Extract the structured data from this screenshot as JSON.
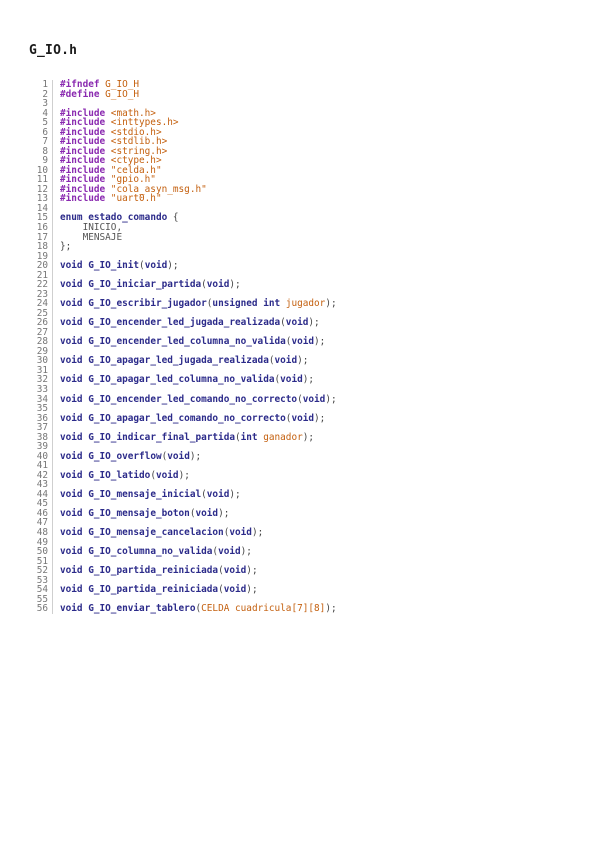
{
  "file_title": "G_IO.h",
  "lines": [
    [
      [
        "pp",
        "#ifndef"
      ],
      [
        "str",
        " G_IO_H"
      ]
    ],
    [
      [
        "pp",
        "#define"
      ],
      [
        "str",
        " G_IO_H"
      ]
    ],
    [],
    [
      [
        "pp",
        "#include"
      ],
      [
        "str",
        " <math.h>"
      ]
    ],
    [
      [
        "pp",
        "#include"
      ],
      [
        "str",
        " <inttypes.h>"
      ]
    ],
    [
      [
        "pp",
        "#include"
      ],
      [
        "str",
        " <stdio.h>"
      ]
    ],
    [
      [
        "pp",
        "#include"
      ],
      [
        "str",
        " <stdlib.h>"
      ]
    ],
    [
      [
        "pp",
        "#include"
      ],
      [
        "str",
        " <string.h>"
      ]
    ],
    [
      [
        "pp",
        "#include"
      ],
      [
        "str",
        " <ctype.h>"
      ]
    ],
    [
      [
        "pp",
        "#include"
      ],
      [
        "str",
        " \"celda.h\""
      ]
    ],
    [
      [
        "pp",
        "#include"
      ],
      [
        "str",
        " \"gpio.h\""
      ]
    ],
    [
      [
        "pp",
        "#include"
      ],
      [
        "str",
        " \"cola_asyn_msg.h\""
      ]
    ],
    [
      [
        "pp",
        "#include"
      ],
      [
        "str",
        " \"uart0.h\""
      ]
    ],
    [],
    [
      [
        "kw",
        "enum"
      ],
      [
        "pn",
        " "
      ],
      [
        "fn",
        "estado_comando"
      ],
      [
        "pn",
        " {"
      ]
    ],
    [
      [
        "id",
        "    INICIO,"
      ]
    ],
    [
      [
        "id",
        "    MENSAJE"
      ]
    ],
    [
      [
        "pn",
        "};"
      ]
    ],
    [],
    [
      [
        "kw",
        "void"
      ],
      [
        "pn",
        " "
      ],
      [
        "fn",
        "G_IO_init"
      ],
      [
        "pn",
        "("
      ],
      [
        "kw",
        "void"
      ],
      [
        "pn",
        ");"
      ]
    ],
    [],
    [
      [
        "kw",
        "void"
      ],
      [
        "pn",
        " "
      ],
      [
        "fn",
        "G_IO_iniciar_partida"
      ],
      [
        "pn",
        "("
      ],
      [
        "kw",
        "void"
      ],
      [
        "pn",
        ");"
      ]
    ],
    [],
    [
      [
        "kw",
        "void"
      ],
      [
        "pn",
        " "
      ],
      [
        "fn",
        "G_IO_escribir_jugador"
      ],
      [
        "pn",
        "("
      ],
      [
        "kw",
        "unsigned int"
      ],
      [
        "pn",
        " "
      ],
      [
        "var",
        "jugador"
      ],
      [
        "pn",
        ");"
      ]
    ],
    [],
    [
      [
        "kw",
        "void"
      ],
      [
        "pn",
        " "
      ],
      [
        "fn",
        "G_IO_encender_led_jugada_realizada"
      ],
      [
        "pn",
        "("
      ],
      [
        "kw",
        "void"
      ],
      [
        "pn",
        ");"
      ]
    ],
    [],
    [
      [
        "kw",
        "void"
      ],
      [
        "pn",
        " "
      ],
      [
        "fn",
        "G_IO_encender_led_columna_no_valida"
      ],
      [
        "pn",
        "("
      ],
      [
        "kw",
        "void"
      ],
      [
        "pn",
        ");"
      ]
    ],
    [],
    [
      [
        "kw",
        "void"
      ],
      [
        "pn",
        " "
      ],
      [
        "fn",
        "G_IO_apagar_led_jugada_realizada"
      ],
      [
        "pn",
        "("
      ],
      [
        "kw",
        "void"
      ],
      [
        "pn",
        ");"
      ]
    ],
    [],
    [
      [
        "kw",
        "void"
      ],
      [
        "pn",
        " "
      ],
      [
        "fn",
        "G_IO_apagar_led_columna_no_valida"
      ],
      [
        "pn",
        "("
      ],
      [
        "kw",
        "void"
      ],
      [
        "pn",
        ");"
      ]
    ],
    [],
    [
      [
        "kw",
        "void"
      ],
      [
        "pn",
        " "
      ],
      [
        "fn",
        "G_IO_encender_led_comando_no_correcto"
      ],
      [
        "pn",
        "("
      ],
      [
        "kw",
        "void"
      ],
      [
        "pn",
        ");"
      ]
    ],
    [],
    [
      [
        "kw",
        "void"
      ],
      [
        "pn",
        " "
      ],
      [
        "fn",
        "G_IO_apagar_led_comando_no_correcto"
      ],
      [
        "pn",
        "("
      ],
      [
        "kw",
        "void"
      ],
      [
        "pn",
        ");"
      ]
    ],
    [],
    [
      [
        "kw",
        "void"
      ],
      [
        "pn",
        " "
      ],
      [
        "fn",
        "G_IO_indicar_final_partida"
      ],
      [
        "pn",
        "("
      ],
      [
        "kw",
        "int"
      ],
      [
        "pn",
        " "
      ],
      [
        "var",
        "ganador"
      ],
      [
        "pn",
        ");"
      ]
    ],
    [],
    [
      [
        "kw",
        "void"
      ],
      [
        "pn",
        " "
      ],
      [
        "fn",
        "G_IO_overflow"
      ],
      [
        "pn",
        "("
      ],
      [
        "kw",
        "void"
      ],
      [
        "pn",
        ");"
      ]
    ],
    [],
    [
      [
        "kw",
        "void"
      ],
      [
        "pn",
        " "
      ],
      [
        "fn",
        "G_IO_latido"
      ],
      [
        "pn",
        "("
      ],
      [
        "kw",
        "void"
      ],
      [
        "pn",
        ");"
      ]
    ],
    [],
    [
      [
        "kw",
        "void"
      ],
      [
        "pn",
        " "
      ],
      [
        "fn",
        "G_IO_mensaje_inicial"
      ],
      [
        "pn",
        "("
      ],
      [
        "kw",
        "void"
      ],
      [
        "pn",
        ");"
      ]
    ],
    [],
    [
      [
        "kw",
        "void"
      ],
      [
        "pn",
        " "
      ],
      [
        "fn",
        "G_IO_mensaje_boton"
      ],
      [
        "pn",
        "("
      ],
      [
        "kw",
        "void"
      ],
      [
        "pn",
        ");"
      ]
    ],
    [],
    [
      [
        "kw",
        "void"
      ],
      [
        "pn",
        " "
      ],
      [
        "fn",
        "G_IO_mensaje_cancelacion"
      ],
      [
        "pn",
        "("
      ],
      [
        "kw",
        "void"
      ],
      [
        "pn",
        ");"
      ]
    ],
    [],
    [
      [
        "kw",
        "void"
      ],
      [
        "pn",
        " "
      ],
      [
        "fn",
        "G_IO_columna_no_valida"
      ],
      [
        "pn",
        "("
      ],
      [
        "kw",
        "void"
      ],
      [
        "pn",
        ");"
      ]
    ],
    [],
    [
      [
        "kw",
        "void"
      ],
      [
        "pn",
        " "
      ],
      [
        "fn",
        "G_IO_partida_reiniciada"
      ],
      [
        "pn",
        "("
      ],
      [
        "kw",
        "void"
      ],
      [
        "pn",
        ");"
      ]
    ],
    [],
    [
      [
        "kw",
        "void"
      ],
      [
        "pn",
        " "
      ],
      [
        "fn",
        "G_IO_partida_reiniciada"
      ],
      [
        "pn",
        "("
      ],
      [
        "kw",
        "void"
      ],
      [
        "pn",
        ");"
      ]
    ],
    [],
    [
      [
        "kw",
        "void"
      ],
      [
        "pn",
        " "
      ],
      [
        "fn",
        "G_IO_enviar_tablero"
      ],
      [
        "pn",
        "("
      ],
      [
        "typ",
        "CELDA cuadricula[7][8]"
      ],
      [
        "pn",
        ");"
      ]
    ]
  ]
}
